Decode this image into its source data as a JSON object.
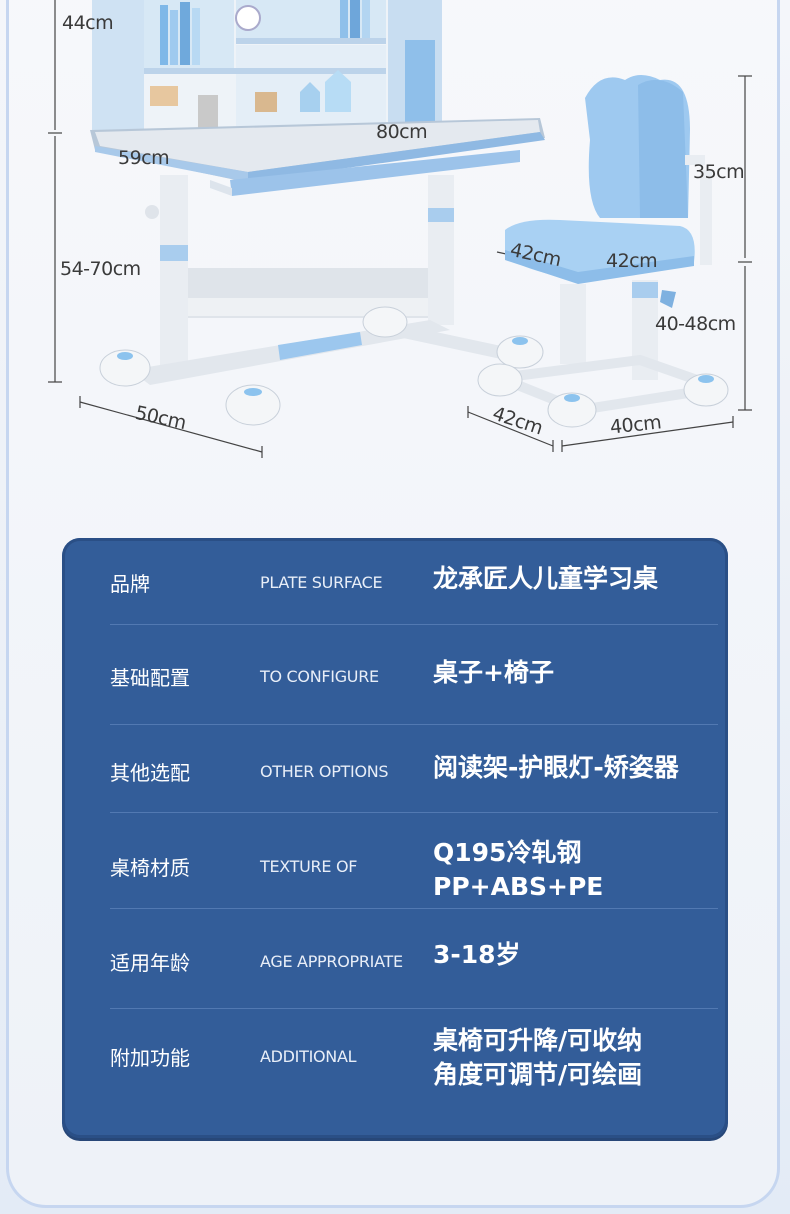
{
  "dimensions": {
    "top_height": "44cm",
    "desk_width": "80cm",
    "desk_depth": "59cm",
    "desk_height": "54-70cm",
    "base_depth": "50cm",
    "backrest_height": "35cm",
    "seat_depth": "42cm",
    "seat_width": "42cm",
    "seat_height": "40-48cm",
    "chair_base_depth": "42cm",
    "chair_base_width": "40cm"
  },
  "specs": [
    {
      "cn": "品牌",
      "en": "PLATE SURFACE",
      "lines": [
        "龙承匠人儿童学习桌"
      ]
    },
    {
      "cn": "基础配置",
      "en": "TO CONFIGURE",
      "lines": [
        "桌子+椅子"
      ]
    },
    {
      "cn": "其他选配",
      "en": "OTHER OPTIONS",
      "lines": [
        "阅读架-护眼灯-矫姿器"
      ]
    },
    {
      "cn": "桌椅材质",
      "en": "TEXTURE OF",
      "lines": [
        "Q195冷轧钢",
        "PP+ABS+PE"
      ]
    },
    {
      "cn": "适用年龄",
      "en": "AGE APPROPRIATE",
      "lines": [
        "3-18岁"
      ]
    },
    {
      "cn": "附加功能",
      "en": "ADDITIONAL",
      "lines": [
        "桌椅可升降/可收纳",
        "角度可调节/可绘画"
      ]
    }
  ],
  "colors": {
    "panel": "#335d99",
    "desk_blue": "#a9cdee",
    "chair_blue": "#9ec9f0"
  }
}
